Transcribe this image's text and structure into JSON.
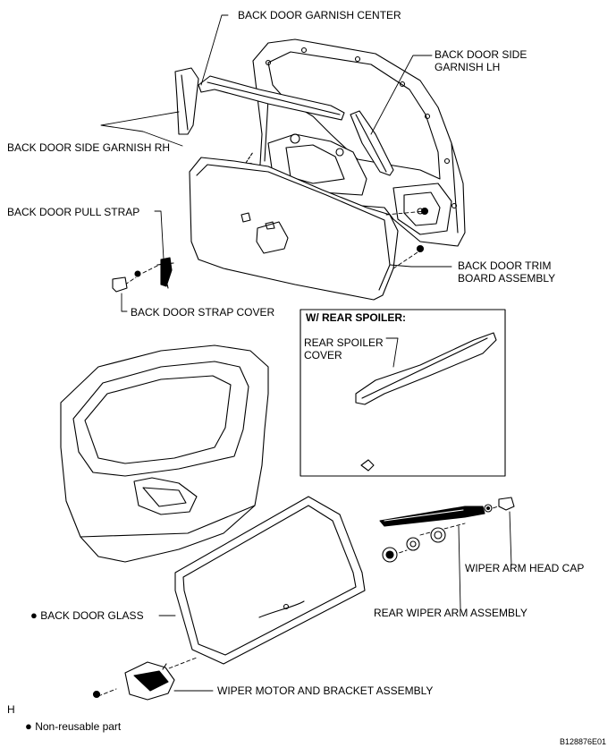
{
  "labels": {
    "garnish_center": "BACK DOOR GARNISH CENTER",
    "garnish_lh": "BACK DOOR SIDE\nGARNISH LH",
    "garnish_rh": "BACK DOOR SIDE GARNISH RH",
    "pull_strap": "BACK DOOR PULL STRAP",
    "trim_board": "BACK DOOR TRIM\nBOARD ASSEMBLY",
    "strap_cover": "BACK DOOR STRAP COVER",
    "spoiler_cover": "REAR SPOILER\nCOVER",
    "wiper_head_cap": "WIPER ARM HEAD CAP",
    "back_door_glass": "BACK DOOR GLASS",
    "rear_wiper_arm": "REAR WIPER ARM ASSEMBLY",
    "wiper_motor": "WIPER MOTOR AND BRACKET ASSEMBLY"
  },
  "inset": {
    "title": "W/ REAR SPOILER:"
  },
  "legend": {
    "bullet": "●",
    "text": "Non-reusable part"
  },
  "corner_letter": "H",
  "figure_code": "B128876E01"
}
